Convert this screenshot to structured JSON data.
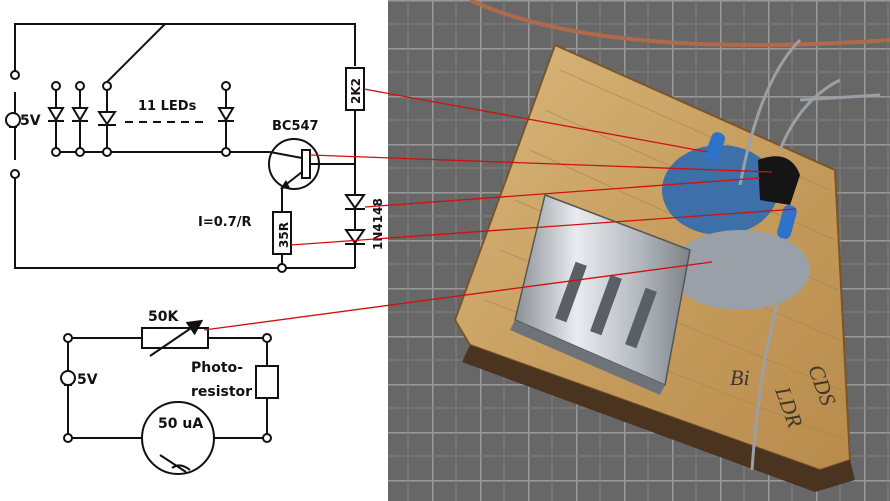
{
  "schematic_top": {
    "supply_label": "5V",
    "led_array_label": "11 LEDs",
    "transistor_label": "BC547",
    "current_formula": "I=0.7/R",
    "resistor_top_label": "2K2",
    "resistor_bottom_label": "35R",
    "diode_label": "1N4148"
  },
  "schematic_bottom": {
    "pot_label": "50K",
    "supply_label": "5V",
    "photo_label_line1": "Photo-",
    "photo_label_line2": "resistor",
    "meter_label": "50 uA"
  },
  "photo": {
    "description_icon": "pcb-photo-icon",
    "ink_text_1": "CDS",
    "ink_text_2": "LDR",
    "ink_text_3": "Bi"
  },
  "colors": {
    "leader_line": "#d01010",
    "wire": "#111111",
    "wood": "#c9a46a",
    "mat": "#6a6a6a"
  }
}
